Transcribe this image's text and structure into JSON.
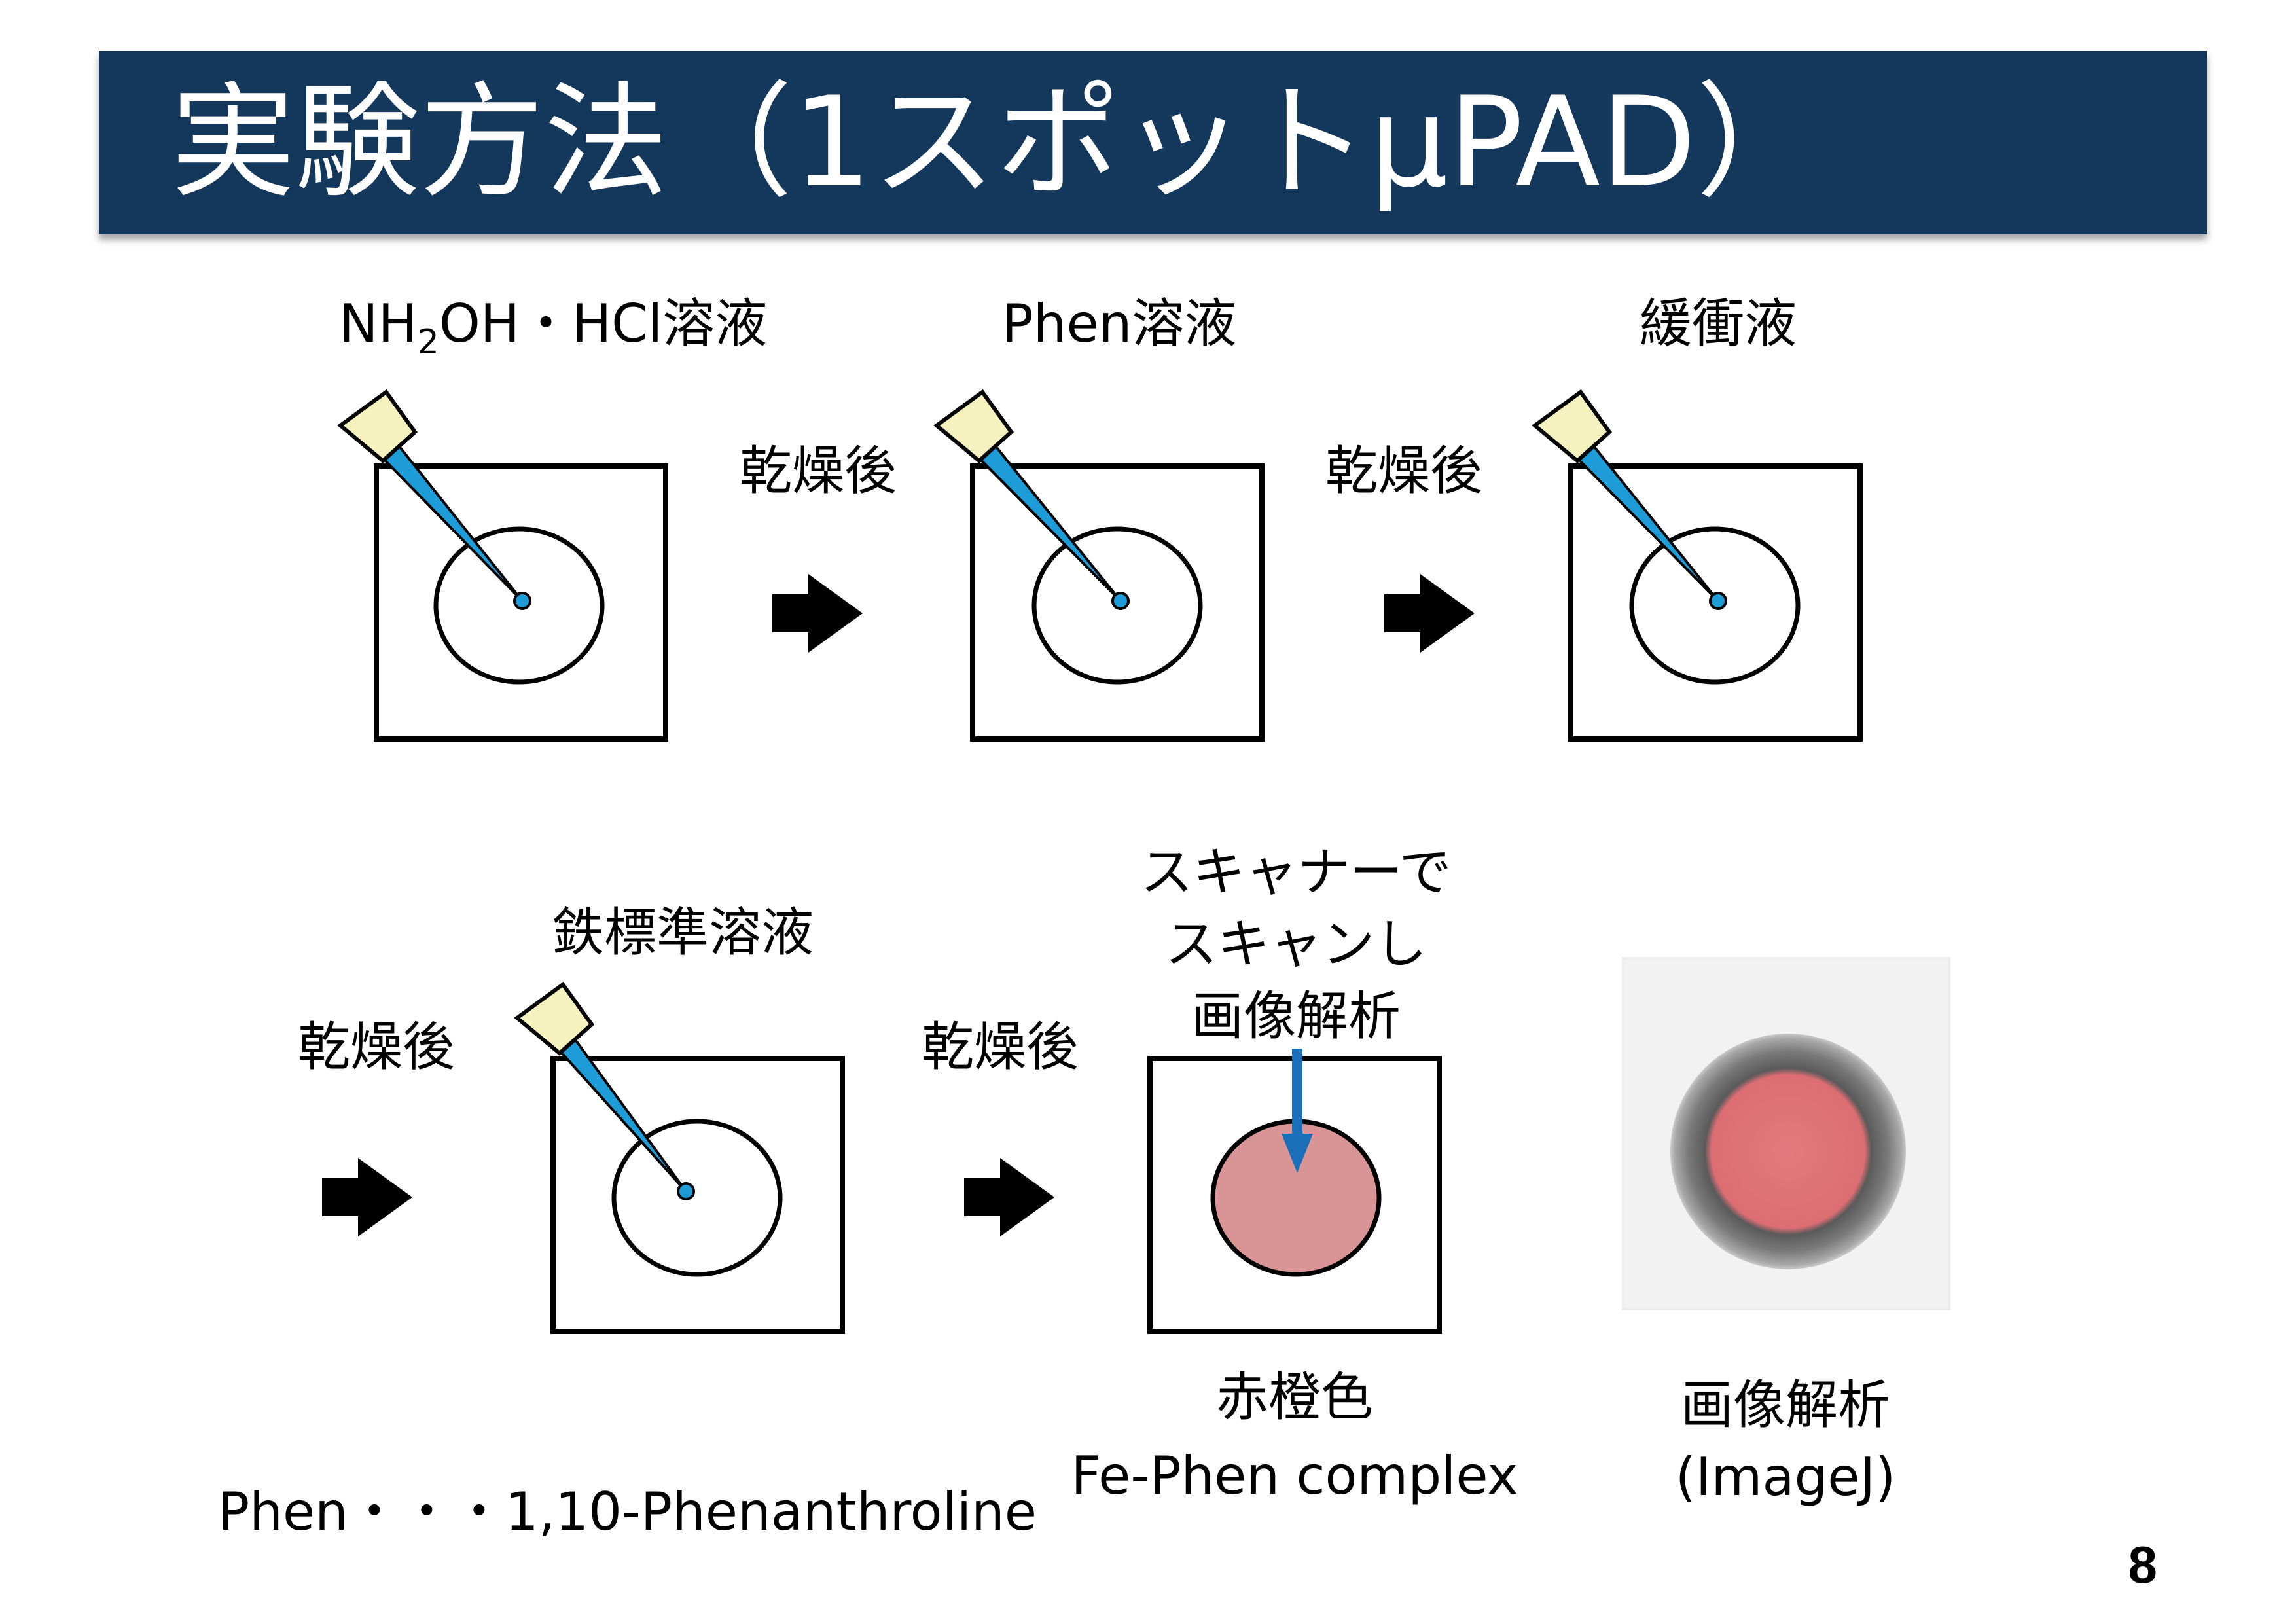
{
  "title": "実験方法（1スポットμPAD）",
  "steps": {
    "reagent1_main": "NH",
    "reagent1_sub": "2",
    "reagent1_rest": "OH・HCl溶液",
    "reagent2": "Phen溶液",
    "reagent3": "緩衝液",
    "reagent4": "鉄標準溶液"
  },
  "drying_label": "乾燥後",
  "scan_label": [
    "スキャナーで",
    "スキャンし",
    "画像解析"
  ],
  "result": {
    "color": "赤橙色",
    "complex": "Fe-Phen complex"
  },
  "analysis": [
    "画像解析",
    "(ImageJ)"
  ],
  "footnote": "Phen・・・1,10-Phenanthroline",
  "page_number": "8",
  "colors": {
    "title_bar": "#14375c",
    "pipette_blue": "#1e9cd7",
    "pipette_tip": "#f5f2c0",
    "complex_fill": "#d99595",
    "scan_arrow": "#1a6fb8"
  }
}
